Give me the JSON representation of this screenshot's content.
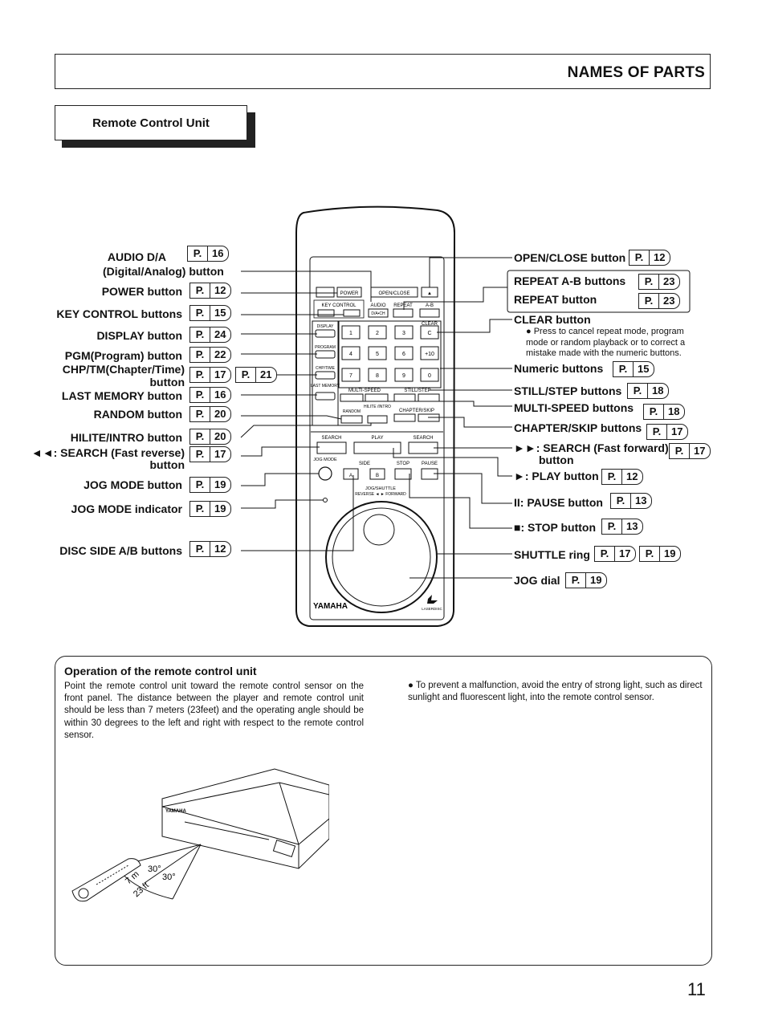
{
  "header": {
    "title": "NAMES OF PARTS"
  },
  "section": {
    "title": "Remote Control Unit"
  },
  "ref_prefix": "P.",
  "left_labels": [
    {
      "id": "audio",
      "text": "AUDIO D/A",
      "refs": [
        "16"
      ]
    },
    {
      "id": "audio2",
      "text": "(Digital/Analog) button",
      "refs": []
    },
    {
      "id": "power",
      "text": "POWER button",
      "refs": [
        "12"
      ]
    },
    {
      "id": "keyctl",
      "text": "KEY CONTROL buttons",
      "refs": [
        "15"
      ]
    },
    {
      "id": "display",
      "text": "DISPLAY button",
      "refs": [
        "24"
      ]
    },
    {
      "id": "pgm",
      "text": "PGM(Program) button",
      "refs": [
        "22"
      ]
    },
    {
      "id": "chp",
      "text": "CHP/TM(Chapter/Time)",
      "refs": [
        "17",
        "21"
      ]
    },
    {
      "id": "chp2",
      "text": "button",
      "refs": []
    },
    {
      "id": "lastmem",
      "text": "LAST MEMORY button",
      "refs": [
        "16"
      ]
    },
    {
      "id": "random",
      "text": "RANDOM button",
      "refs": [
        "20"
      ]
    },
    {
      "id": "hilite",
      "text": "HILITE/INTRO button",
      "refs": [
        "20"
      ]
    },
    {
      "id": "search-rev",
      "text": "◄◄: SEARCH (Fast reverse)",
      "refs": [
        "17"
      ]
    },
    {
      "id": "search-rev2",
      "text": "button",
      "refs": []
    },
    {
      "id": "jogmode",
      "text": "JOG MODE button",
      "refs": [
        "19"
      ]
    },
    {
      "id": "jogind",
      "text": "JOG MODE indicator",
      "refs": [
        "19"
      ]
    },
    {
      "id": "discside",
      "text": "DISC SIDE A/B buttons",
      "refs": [
        "12"
      ]
    }
  ],
  "right_labels": [
    {
      "id": "openclose",
      "text": "OPEN/CLOSE button",
      "refs": [
        "12"
      ]
    },
    {
      "id": "repeatab",
      "text": "REPEAT A-B buttons",
      "refs": [
        "23"
      ]
    },
    {
      "id": "repeat",
      "text": "REPEAT button",
      "refs": [
        "23"
      ]
    },
    {
      "id": "clear",
      "text": "CLEAR button",
      "refs": []
    },
    {
      "id": "numeric",
      "text": "Numeric buttons",
      "refs": [
        "15"
      ]
    },
    {
      "id": "still",
      "text": "STILL/STEP buttons",
      "refs": [
        "18"
      ]
    },
    {
      "id": "multi",
      "text": "MULTI-SPEED buttons",
      "refs": [
        "18"
      ]
    },
    {
      "id": "chapter",
      "text": "CHAPTER/SKIP buttons",
      "refs": [
        "17"
      ]
    },
    {
      "id": "search-fwd",
      "text": "►►: SEARCH (Fast forward)",
      "refs": [
        "17"
      ]
    },
    {
      "id": "search-fwd2",
      "text": "button",
      "refs": []
    },
    {
      "id": "play",
      "text": "►: PLAY button",
      "refs": [
        "12"
      ]
    },
    {
      "id": "pause",
      "text": "II: PAUSE button",
      "refs": [
        "13"
      ]
    },
    {
      "id": "stop",
      "text": "■: STOP button",
      "refs": [
        "13"
      ]
    },
    {
      "id": "shuttle",
      "text": "SHUTTLE ring",
      "refs": [
        "17",
        "19"
      ]
    },
    {
      "id": "jogdial",
      "text": "JOG dial",
      "refs": [
        "19"
      ]
    }
  ],
  "clear_note": "●  Press to cancel repeat mode, program mode or random playback or to correct a mistake made with the numeric buttons.",
  "remote": {
    "power": "POWER",
    "openclose": "OPEN/CLOSE",
    "eject": "▲",
    "keycontrol": "KEY CONTROL",
    "audio": "AUDIO",
    "audio_sub": "D/A•CH",
    "repeat": "REPEAT",
    "ab": "A-B",
    "clear_label": "CLEAR",
    "clear_key": "C",
    "display": "DISPLAY",
    "program": "PROGRAM",
    "chptime": "CHP/TIME",
    "lastmemory": "LAST MEMORY",
    "numbers": [
      "1",
      "2",
      "3",
      "4",
      "5",
      "6",
      "+10",
      "7",
      "8",
      "9",
      "0"
    ],
    "multispeed": "MULTI-SPEED",
    "stillstep": "STILL/STEP",
    "random": "RANDOM",
    "hilite": "HILITE /INTRO",
    "chapterskip": "CHAPTER/SKIP",
    "search": "SEARCH",
    "play": "PLAY",
    "jogmode": "JOG MODE",
    "side": "SIDE",
    "stop": "STOP",
    "pause": "PAUSE",
    "side_a": "A",
    "side_b": "B",
    "jogshuttle": "JOG/SHUTTLE",
    "reverse_forward": "REVERSE ◄   ► FORWARD",
    "brand": "YAMAHA",
    "ld_logo": "LASERDISC"
  },
  "operation": {
    "title": "Operation of the remote control unit",
    "text": "Point the remote control unit toward the remote control sensor on the front panel. The distance between the player and remote control unit should be less than 7 meters (23feet) and the operating angle should be within 30 degrees to the left and right with respect to the remote control sensor.",
    "note": "●   To prevent a malfunction, avoid the entry of strong light, such as direct sunlight and fluorescent light, into the remote control sensor.",
    "angle1": "30°",
    "angle2": "30°",
    "distance_m": "7 m",
    "distance_ft": "23 ft",
    "player_brand": "YAMAHA"
  },
  "page_number": "11"
}
